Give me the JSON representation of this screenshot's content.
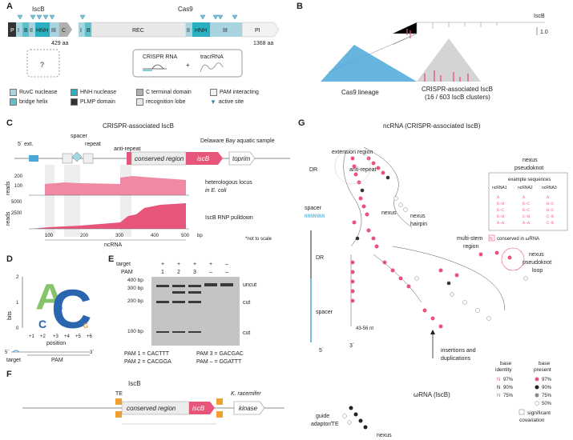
{
  "panel_labels": {
    "a": "A",
    "b": "B",
    "c": "C",
    "d": "D",
    "e": "E",
    "f": "F",
    "g": "G"
  },
  "colors": {
    "ruvc": "#a8d4e0",
    "bridge": "#5ec0c8",
    "hnh": "#2ab0c0",
    "plmp": "#333333",
    "cterm": "#b0b0b0",
    "recog": "#e8e8e8",
    "pam": "#f2f2f2",
    "active": "#7fc4d8",
    "pink": "#e8557a",
    "pink_light": "#f08aa4",
    "gray": "#dcdcdc"
  },
  "panel_a": {
    "iscb_title": "IscB",
    "cas9_title": "Cas9",
    "iscb_domains": [
      "P",
      "I",
      "B",
      "II",
      "HNH",
      "III",
      "C"
    ],
    "iscb_len": "429 aa",
    "cas9_domains": [
      "I",
      "B",
      "REC",
      "II",
      "HNH",
      "III",
      "PI"
    ],
    "cas9_len": "1368 aa",
    "unknown": "?",
    "crispr_rna": "CRISPR RNA",
    "plus": "+",
    "tracrrna": "tracrRNA",
    "legend": [
      {
        "label": "RuvC nuclease",
        "key": "ruvc"
      },
      {
        "label": "bridge helix",
        "key": "bridge"
      },
      {
        "label": "HNH nuclease",
        "key": "hnh"
      },
      {
        "label": "PLMP domain",
        "key": "plmp"
      },
      {
        "label": "C terminal domain",
        "key": "cterm"
      },
      {
        "label": "recognition lobe",
        "key": "recog"
      },
      {
        "label": "PAM interacting",
        "key": "pam"
      },
      {
        "label": "active site",
        "key": "active"
      }
    ]
  },
  "panel_b": {
    "iscb": "IscB",
    "scale": "1.0",
    "cas9_lineage": "Cas9 lineage",
    "crispr_iscb": "CRISPR-associated IscB",
    "clusters": "(16 / 603 IscB clusters)"
  },
  "panel_c": {
    "title": "CRISPR-associated IscB",
    "ext": "5´ ext.",
    "spacer": "spacer",
    "repeat": "repeat",
    "anti_repeat": "anti-repeat",
    "conserved": "conserved region",
    "iscb": "iscB",
    "toprim": "toprim",
    "sample": "Delaware Bay aquatic sample",
    "reads": "reads",
    "track1_label": "heterologous locus",
    "track1_label2": "in E. coli",
    "track2_label": "IscB RNP pulldown",
    "y1_ticks": [
      "200",
      "100"
    ],
    "y2_ticks": [
      "5000",
      "2500"
    ],
    "x_ticks": [
      "100",
      "200",
      "300",
      "400",
      "500"
    ],
    "x_unit": "bp",
    "x_label": "ncRNA",
    "footnote": "*not to scale"
  },
  "panel_d": {
    "ylabel": "bits",
    "y_ticks": [
      "2",
      "1",
      "0"
    ],
    "x_ticks": [
      "+1",
      "+2",
      "+3",
      "+4",
      "+5",
      "+6"
    ],
    "xlabel": "position",
    "target": "target",
    "pam": "PAM",
    "five": "5´",
    "three": "3´"
  },
  "panel_e": {
    "target_label": "target",
    "pam_label": "PAM",
    "target_row": [
      "+",
      "+",
      "+",
      "+",
      "–"
    ],
    "pam_row": [
      "1",
      "2",
      "3",
      "–",
      "–"
    ],
    "ladder": [
      "400 bp",
      "300 bp",
      "200 bp",
      "100 bp"
    ],
    "uncut": "uncut",
    "cut1": "cut",
    "cut2": "cut",
    "pam1": "PAM 1 = CACTTT",
    "pam2": "PAM 2 = CACGGA",
    "pam3": "PAM 3 = GACGAC",
    "pamneg": "PAM – = GGATTT"
  },
  "panel_f": {
    "title": "IscB",
    "te": "TE",
    "conserved": "conserved region",
    "iscb": "iscB",
    "species": "K. racemifer",
    "kinase": "kinase"
  },
  "panel_g": {
    "title": "ncRNA (CRISPR-associated IscB)",
    "extension": "extension region",
    "anti_repeat": "anti-repeat",
    "dr": "DR",
    "nexus": "nexus",
    "nexus_hairpin": "nexus",
    "nexus_hairpin2": "hairpin",
    "spacer": "spacer",
    "multi": "multi-stem",
    "multi2": "region",
    "pseudoknot_loop": "nexus",
    "pseudoknot_loop2": "pseudoknot",
    "pseudoknot_loop3": "loop",
    "dr2": "DR",
    "spacer2": "spacer",
    "nt": "43-56 nt",
    "three": "3´",
    "five": "5´",
    "insertions": "insertions and",
    "duplications": "duplications",
    "omega": "ωRNA (IscB)",
    "guide": "guide",
    "adaptor": "adaptor/TE",
    "nexus_bottom": "nexus",
    "pk_title": "nexus",
    "pk_title2": "pseudoknot",
    "pk_examples": "example sequences",
    "pk_names": [
      "ncRNA1",
      "ncRNA2",
      "ncRNA3"
    ],
    "conserved_note": "conserved in ωRNA",
    "legend_identity": "base",
    "legend_identity2": "identity",
    "legend_present": "base",
    "legend_present2": "present",
    "identity_vals": [
      "97%",
      "90%",
      "75%"
    ],
    "present_vals": [
      "97%",
      "90%",
      "75%",
      "50%"
    ],
    "covar": "significant",
    "covar2": "covariation"
  }
}
